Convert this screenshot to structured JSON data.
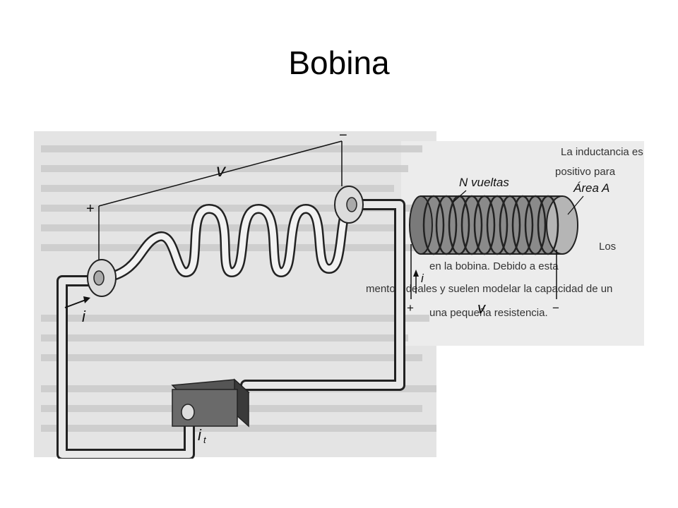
{
  "slide": {
    "title": "Bobina"
  },
  "figure": {
    "left_diagram": {
      "voltage_label": "v",
      "plus_sign": "+",
      "minus_sign": "−",
      "current_label": "i",
      "source_current_label": "i",
      "source_current_subscript": "t"
    },
    "right_diagram": {
      "turns_label": "N vueltas",
      "area_label": "Área A",
      "current_label": "i",
      "voltage_label": "v",
      "plus_sign": "+",
      "minus_sign": "−"
    },
    "background_text_lines": [
      "La inductancia es una",
      "positivo para",
      "Los",
      "en la bobina. Debido a esta",
      "mentos ideales y suelen modelar la capacidad de un",
      "una pequeña resistencia."
    ]
  }
}
